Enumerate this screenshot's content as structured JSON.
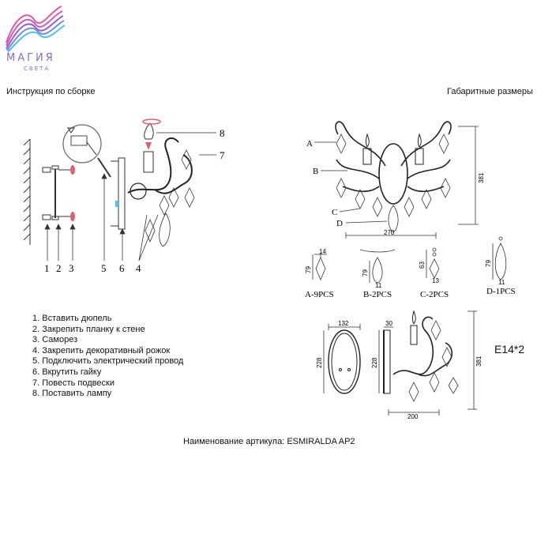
{
  "brand": {
    "name": "МАГИЯ",
    "tagline": "СВЕТА",
    "colors": [
      "#e6589a",
      "#9b59d0",
      "#4fc3e8"
    ]
  },
  "headers": {
    "left": "Инструкция по сборке",
    "right": "Габаритные размеры"
  },
  "assembly": {
    "numbers": [
      "1",
      "2",
      "3",
      "5",
      "6",
      "4"
    ],
    "callouts": [
      "8",
      "7"
    ]
  },
  "steps": [
    "1. Вставить дюпель",
    "2. Закрепить планку к стене",
    "3. Саморез",
    "4. Закрепить декоративный рожок",
    "5. Подключить электрический провод",
    "6. Вкрутить гайку",
    "7. Повесть подвески",
    "8. Поставить лампу"
  ],
  "front_view": {
    "labels": [
      "A",
      "B",
      "C",
      "D"
    ],
    "width": "270",
    "height": "381"
  },
  "pendants": [
    {
      "label": "A-9PCS",
      "w": "14",
      "h": "79"
    },
    {
      "label": "B-2PCS",
      "w": "11",
      "h": "79"
    },
    {
      "label": "C-2PCS",
      "w": "13",
      "h": "63"
    },
    {
      "label": "D-1PCS",
      "w": "11",
      "h": "79"
    }
  ],
  "bottom_view": {
    "plate_width": "132",
    "plate_height": "228",
    "side_height": "228",
    "depth": "30",
    "projection": "200",
    "height": "381",
    "lamp_spec": "E14*2"
  },
  "article": "Наименование артикула: ESMIRALDA AP2"
}
